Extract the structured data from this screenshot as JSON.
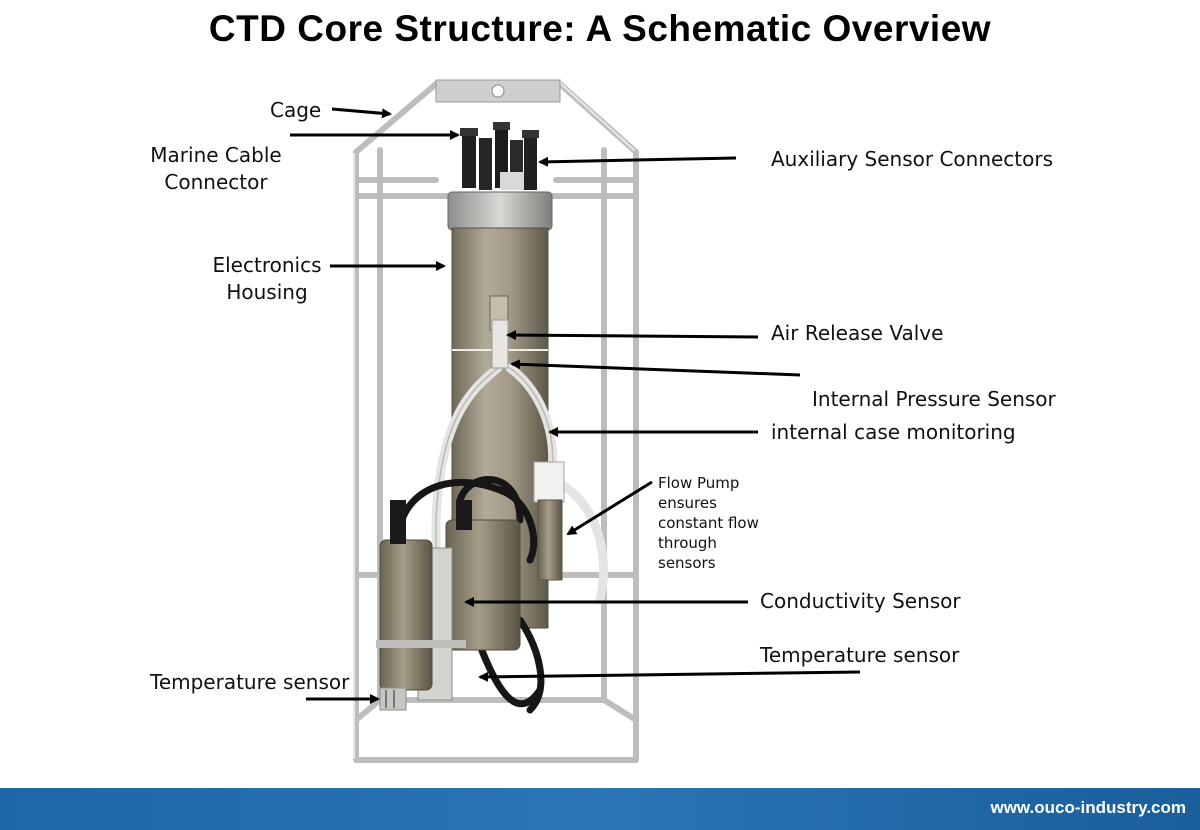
{
  "title": "CTD Core Structure: A Schematic Overview",
  "labels": {
    "cage": "Cage",
    "marine_cable_1": "Marine Cable",
    "marine_cable_2": "Connector",
    "electronics_1": "Electronics",
    "electronics_2": "Housing",
    "aux_connectors": "Auxiliary Sensor Connectors",
    "air_release": "Air Release Valve",
    "internal_pressure": "Internal Pressure Sensor",
    "internal_case": "internal case monitoring",
    "flow_pump": "Flow Pump ensures constant flow through sensors",
    "conductivity": "Conductivity Sensor",
    "temp_right": "Temperature sensor",
    "temp_left": "Temperature sensor"
  },
  "footer": {
    "url": "www.ouco-industry.com"
  },
  "colors": {
    "footer_bar": "#2a75b5",
    "housing": "#9e9583",
    "cage": "#c9c9c7"
  }
}
